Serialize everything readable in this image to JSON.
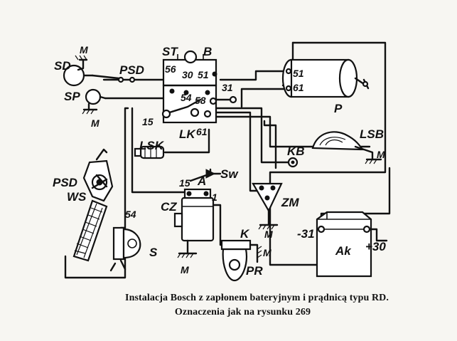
{
  "diagram": {
    "labels": {
      "SD": "SD",
      "M1": "M",
      "PSD1": "PSD",
      "SP": "SP",
      "M2": "M",
      "ST": "ST",
      "B": "B",
      "t56": "56",
      "t30": "30",
      "t51": "51",
      "t31": "31",
      "t54": "54",
      "t58": "58",
      "t15a": "15",
      "LK": "LK",
      "t61": "61",
      "P51": "51",
      "P61": "61",
      "P": "P",
      "LSB": "LSB",
      "KB": "KB",
      "M3": "M",
      "LSK": "LSK",
      "PSD2": "PSD",
      "WS": "WS",
      "t54b": "54",
      "S": "S",
      "t15b": "15",
      "A": "A",
      "Sw": "Sw",
      "CZ": "CZ",
      "t1": "1",
      "K": "K",
      "M4": "M",
      "M5": "M",
      "PR": "PR",
      "ZM": "ZM",
      "M6": "M",
      "m31": "-31",
      "Ak": "Ak",
      "p30": "+30"
    }
  },
  "caption": {
    "line1": "Instalacja Bosch z zapłonem bateryjnym i prądnicą typu RD.",
    "line2": "Oznaczenia jak na rysunku 269"
  }
}
